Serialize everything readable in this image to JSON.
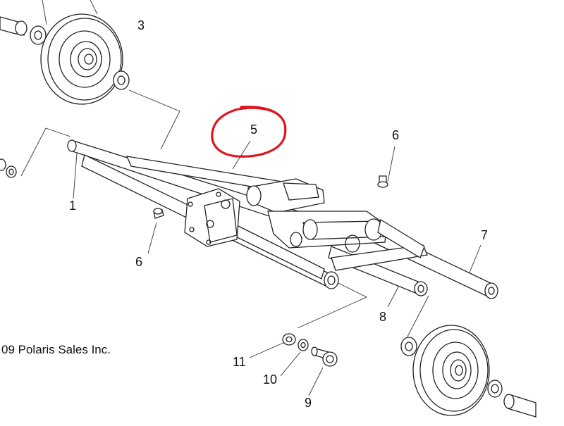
{
  "diagram": {
    "copyright": "09 Polaris Sales Inc.",
    "callouts": [
      "1",
      "3",
      "5",
      "6",
      "6",
      "7",
      "8",
      "9",
      "10",
      "11"
    ],
    "highlight_color": "#e0141e",
    "line_color": "#222222",
    "background": "#ffffff"
  }
}
